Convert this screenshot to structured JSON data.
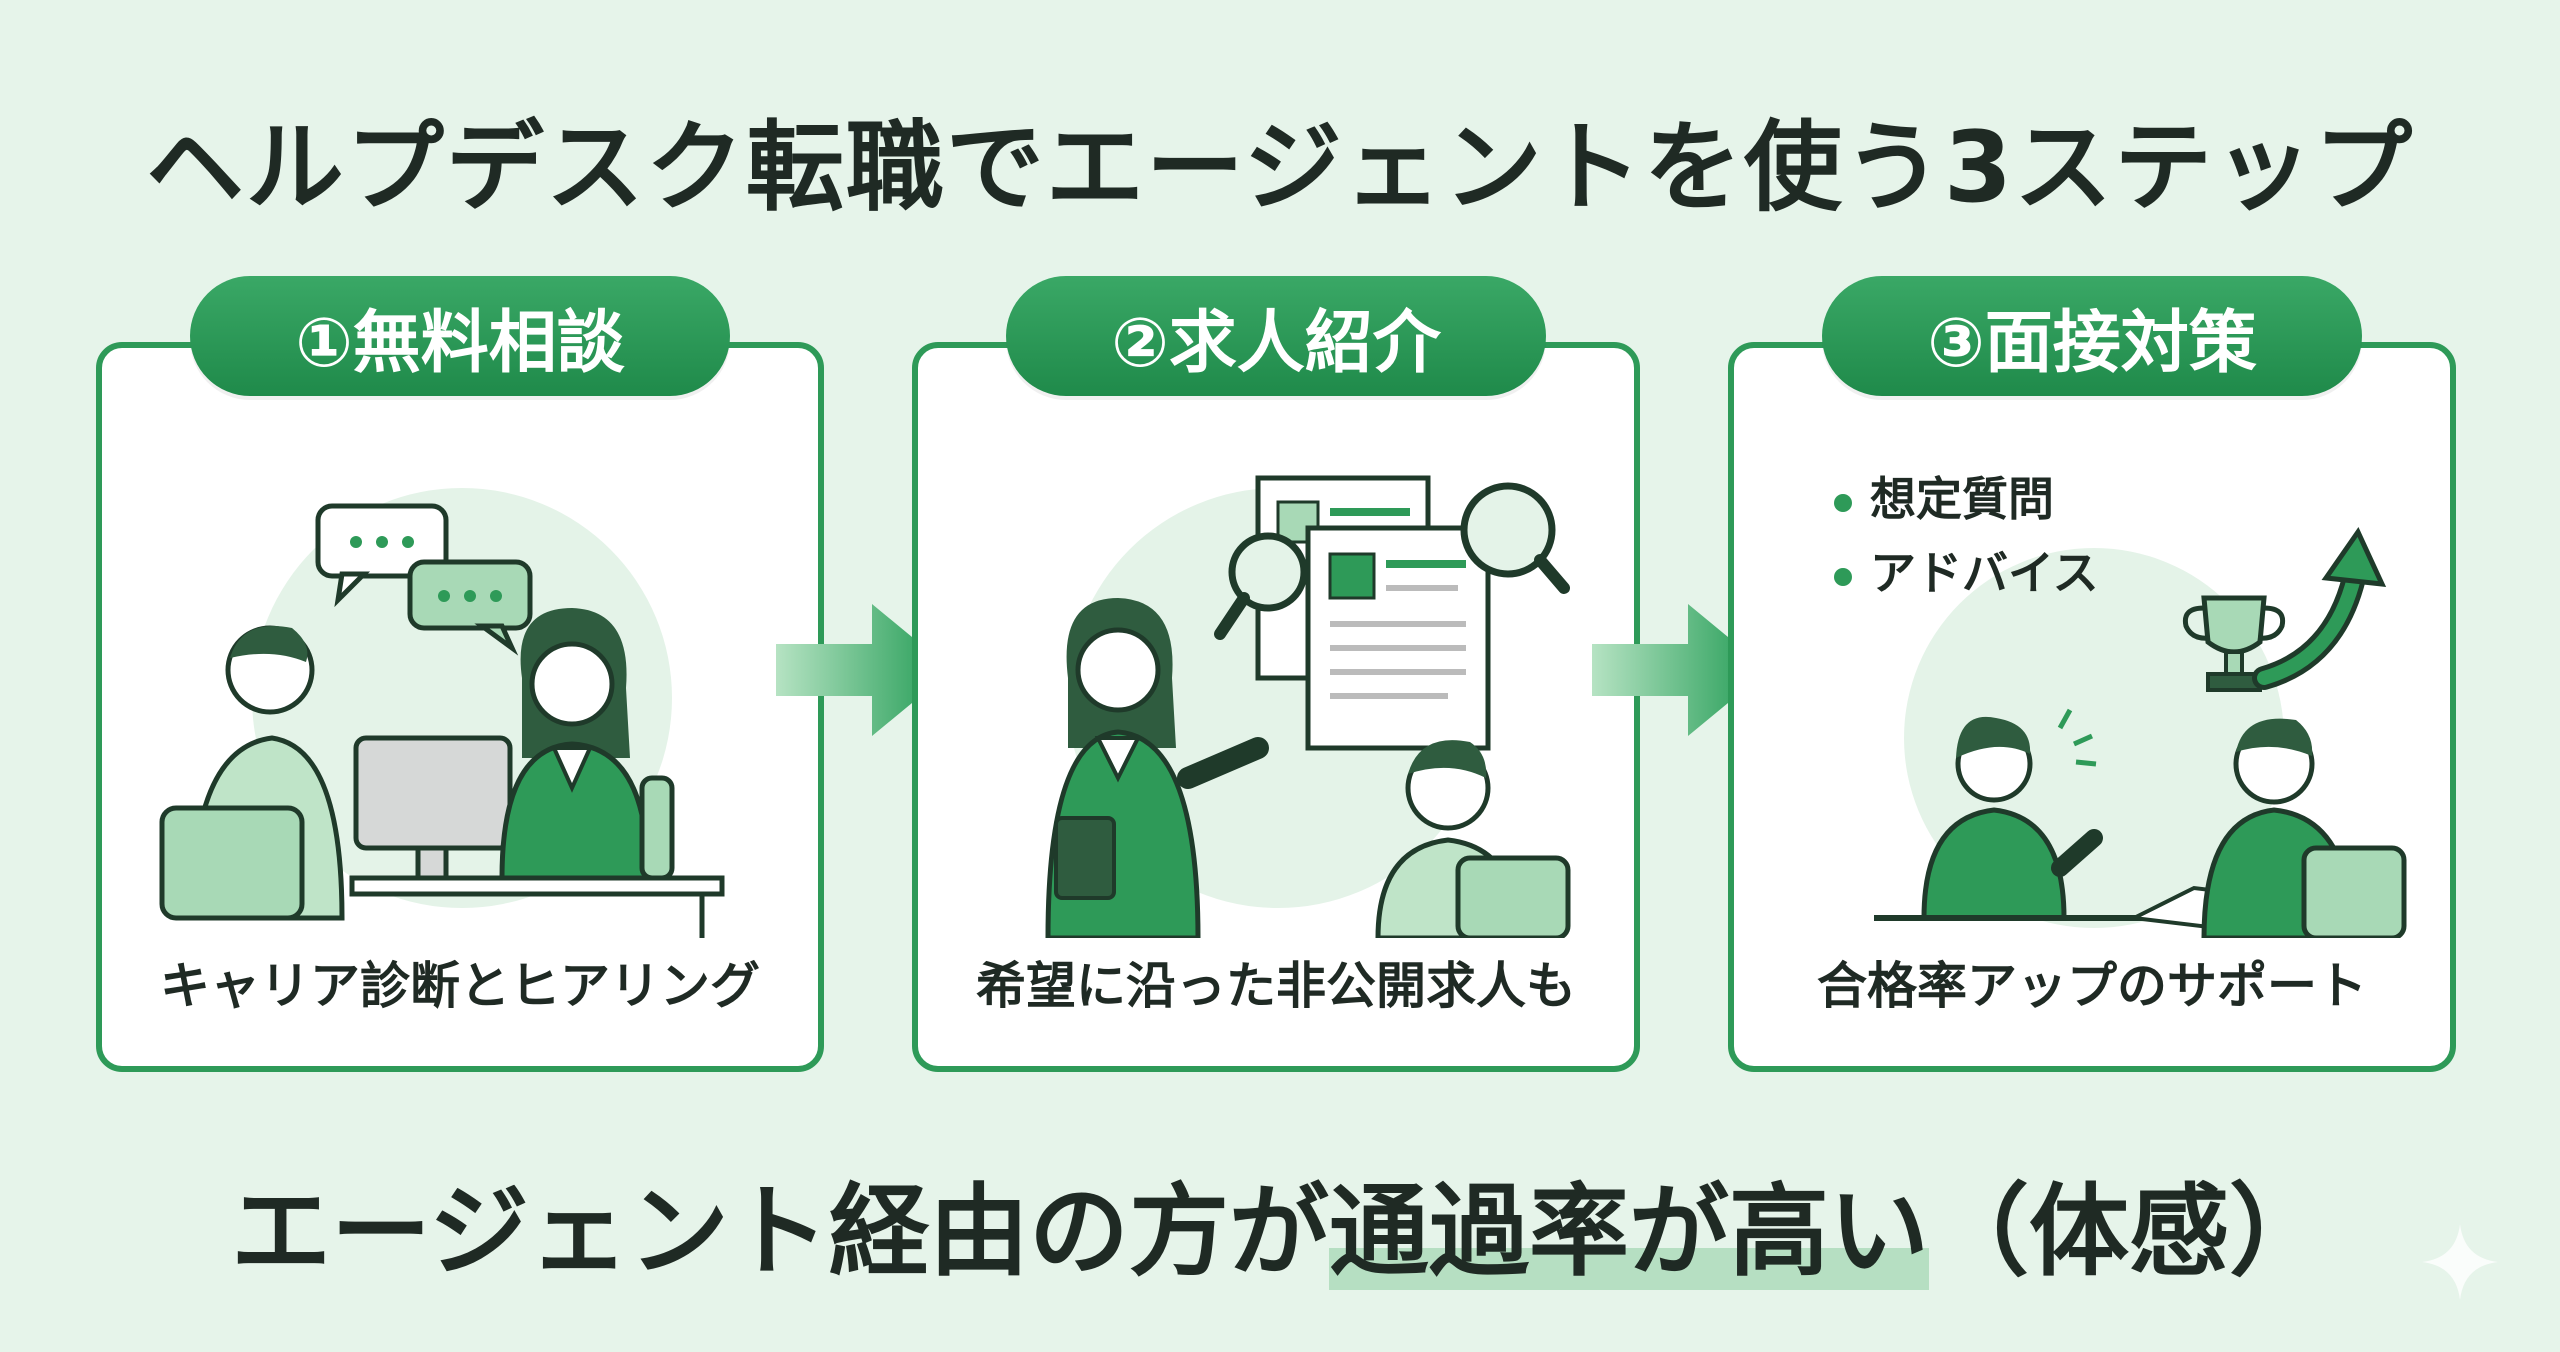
{
  "title": "ヘルプデスク転職でエージェントを使う3ステップ",
  "steps": [
    {
      "label": "①無料相談",
      "caption": "キャリア診断とヒアリング"
    },
    {
      "label": "②求人紹介",
      "caption": "希望に沿った非公開求人も"
    },
    {
      "label": "③面接対策",
      "caption": "合格率アップのサポート",
      "bullets": [
        "想定質問",
        "アドバイス"
      ]
    }
  ],
  "bottom": {
    "text_before": "エージェント経由の方が",
    "highlight": "通過率が高い",
    "text_after": "（体感）"
  },
  "colors": {
    "accent": "#2e9a58",
    "accent_dark": "#1f8a4a",
    "background": "#e6f4ea",
    "text": "#1f2a24"
  },
  "icons": [
    "speech-bubble-icon",
    "computer-monitor-icon",
    "magnifier-icon",
    "resume-document-icon",
    "clipboard-icon",
    "trophy-icon",
    "growth-arrow-icon",
    "sparkle-icon"
  ]
}
